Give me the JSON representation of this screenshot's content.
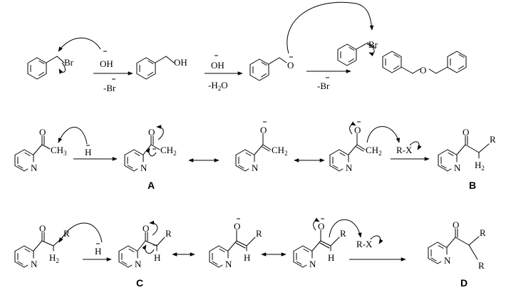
{
  "atoms": {
    "br": "Br",
    "oh": "OH",
    "o": "O",
    "n": "N",
    "h": "H",
    "r": "R",
    "rx": "R-X",
    "ch3": "CH",
    "ch2": "CH",
    "h2": "H",
    "two": "2",
    "three": "3"
  },
  "reagents": {
    "hydroxide": "OH",
    "minus_br": "-Br",
    "minus_h2o_prefix": "-H",
    "minus_h2o_sub": "2",
    "minus_h2o_suffix": "O",
    "hydride": "H"
  },
  "labels": {
    "a": "A",
    "b": "B",
    "c": "C",
    "d": "D"
  }
}
